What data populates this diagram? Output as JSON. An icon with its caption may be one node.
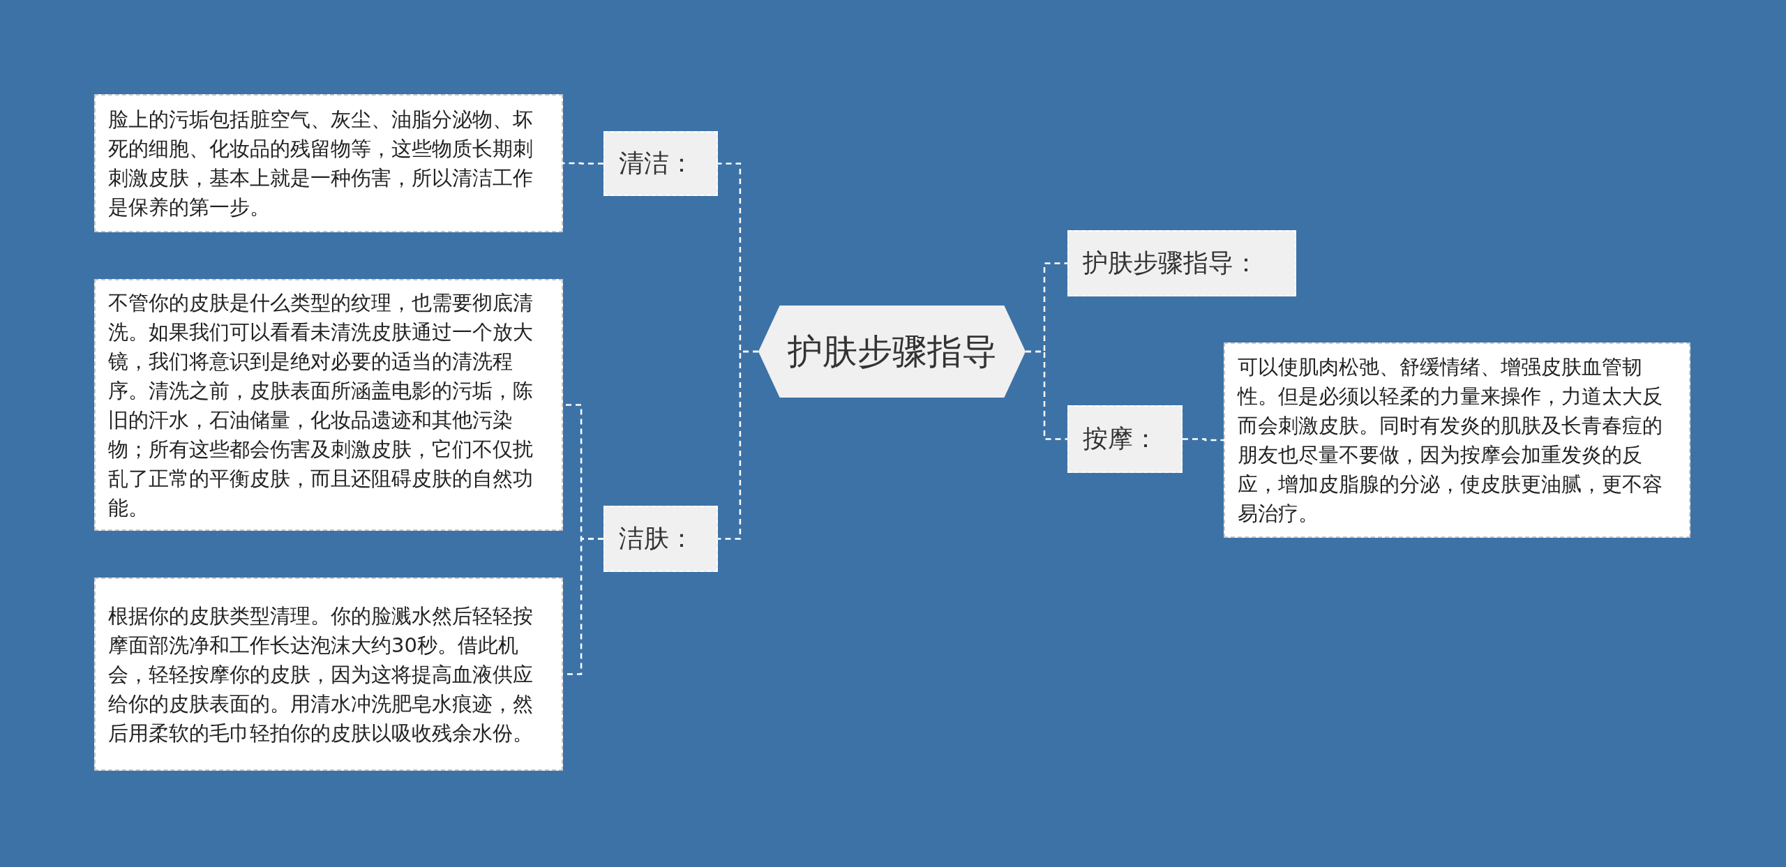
{
  "diagram": {
    "nodes": [
      {
        "text": [
          "护肤步骤指导"
        ]
      },
      {
        "text": [
          "清洁："
        ]
      },
      {
        "text": [
          "洁肤："
        ]
      },
      {
        "text": [
          "护肤步骤指导："
        ]
      },
      {
        "text": [
          "按摩："
        ]
      },
      {
        "text": [
          "脸上的污垢包括脏空气、灰尘、油脂分泌物、坏死的细胞、化妆品的残留物等，这些物质长期刺刺激皮肤，基本上就是一种伤害，所以清洁工作是保养的第一步。"
        ]
      },
      {
        "text": [
          "不管你的皮肤是什么类型的纹理，也需要彻底清洗。如果我们可以看看未清洗皮肤通过一个放大镜，我们将意识到是绝对必要的适当的清洗程序。清洗之前，皮肤表面所涵盖电影的污垢，陈旧的汗水，石油储量，化妆品遗迹和其他污染物；所有这些都会伤害及刺激皮肤，它们不仅扰乱了正常的平衡皮肤，而且还阻碍皮肤的自然功能。"
        ]
      },
      {
        "text": [
          "根据你的皮肤类型清理。你的脸溅水然后轻轻按摩面部洗净和工作长达泡沫大约30秒。借此机会，轻轻按摩你的皮肤，因为这将提高血液供应给你的皮肤表面的。用清水冲洗肥皂水痕迹，然后用柔软的毛巾轻拍你的皮肤以吸收残余水份。"
        ]
      },
      {
        "text": [
          "可以使肌肉松弛、舒缓情绪、增强皮肤血管韧性。但是必须以轻柔的力量来操作，力道太大反而会刺激皮肤。同时有发炎的肌肤及长青春痘的朋友也尽量不要做，因为按摩会加重发炎的反应，增加皮脂腺的分泌，使皮肤更油腻，更不容易治疗。"
        ]
      }
    ],
    "edges": [
      {
        "from": 0,
        "to": 1,
        "arrow": "none",
        "style": "dashed"
      },
      {
        "from": 0,
        "to": 2,
        "arrow": "none",
        "style": "dashed"
      },
      {
        "from": 0,
        "to": 3,
        "arrow": "none",
        "style": "dashed"
      },
      {
        "from": 0,
        "to": 4,
        "arrow": "none",
        "style": "dashed"
      },
      {
        "from": 1,
        "to": 5,
        "arrow": "none",
        "style": "dashed"
      },
      {
        "from": 2,
        "to": 6,
        "arrow": "none",
        "style": "dashed"
      },
      {
        "from": 2,
        "to": 7,
        "arrow": "none",
        "style": "dashed"
      },
      {
        "from": 4,
        "to": 8,
        "arrow": "none",
        "style": "dashed"
      }
    ]
  }
}
